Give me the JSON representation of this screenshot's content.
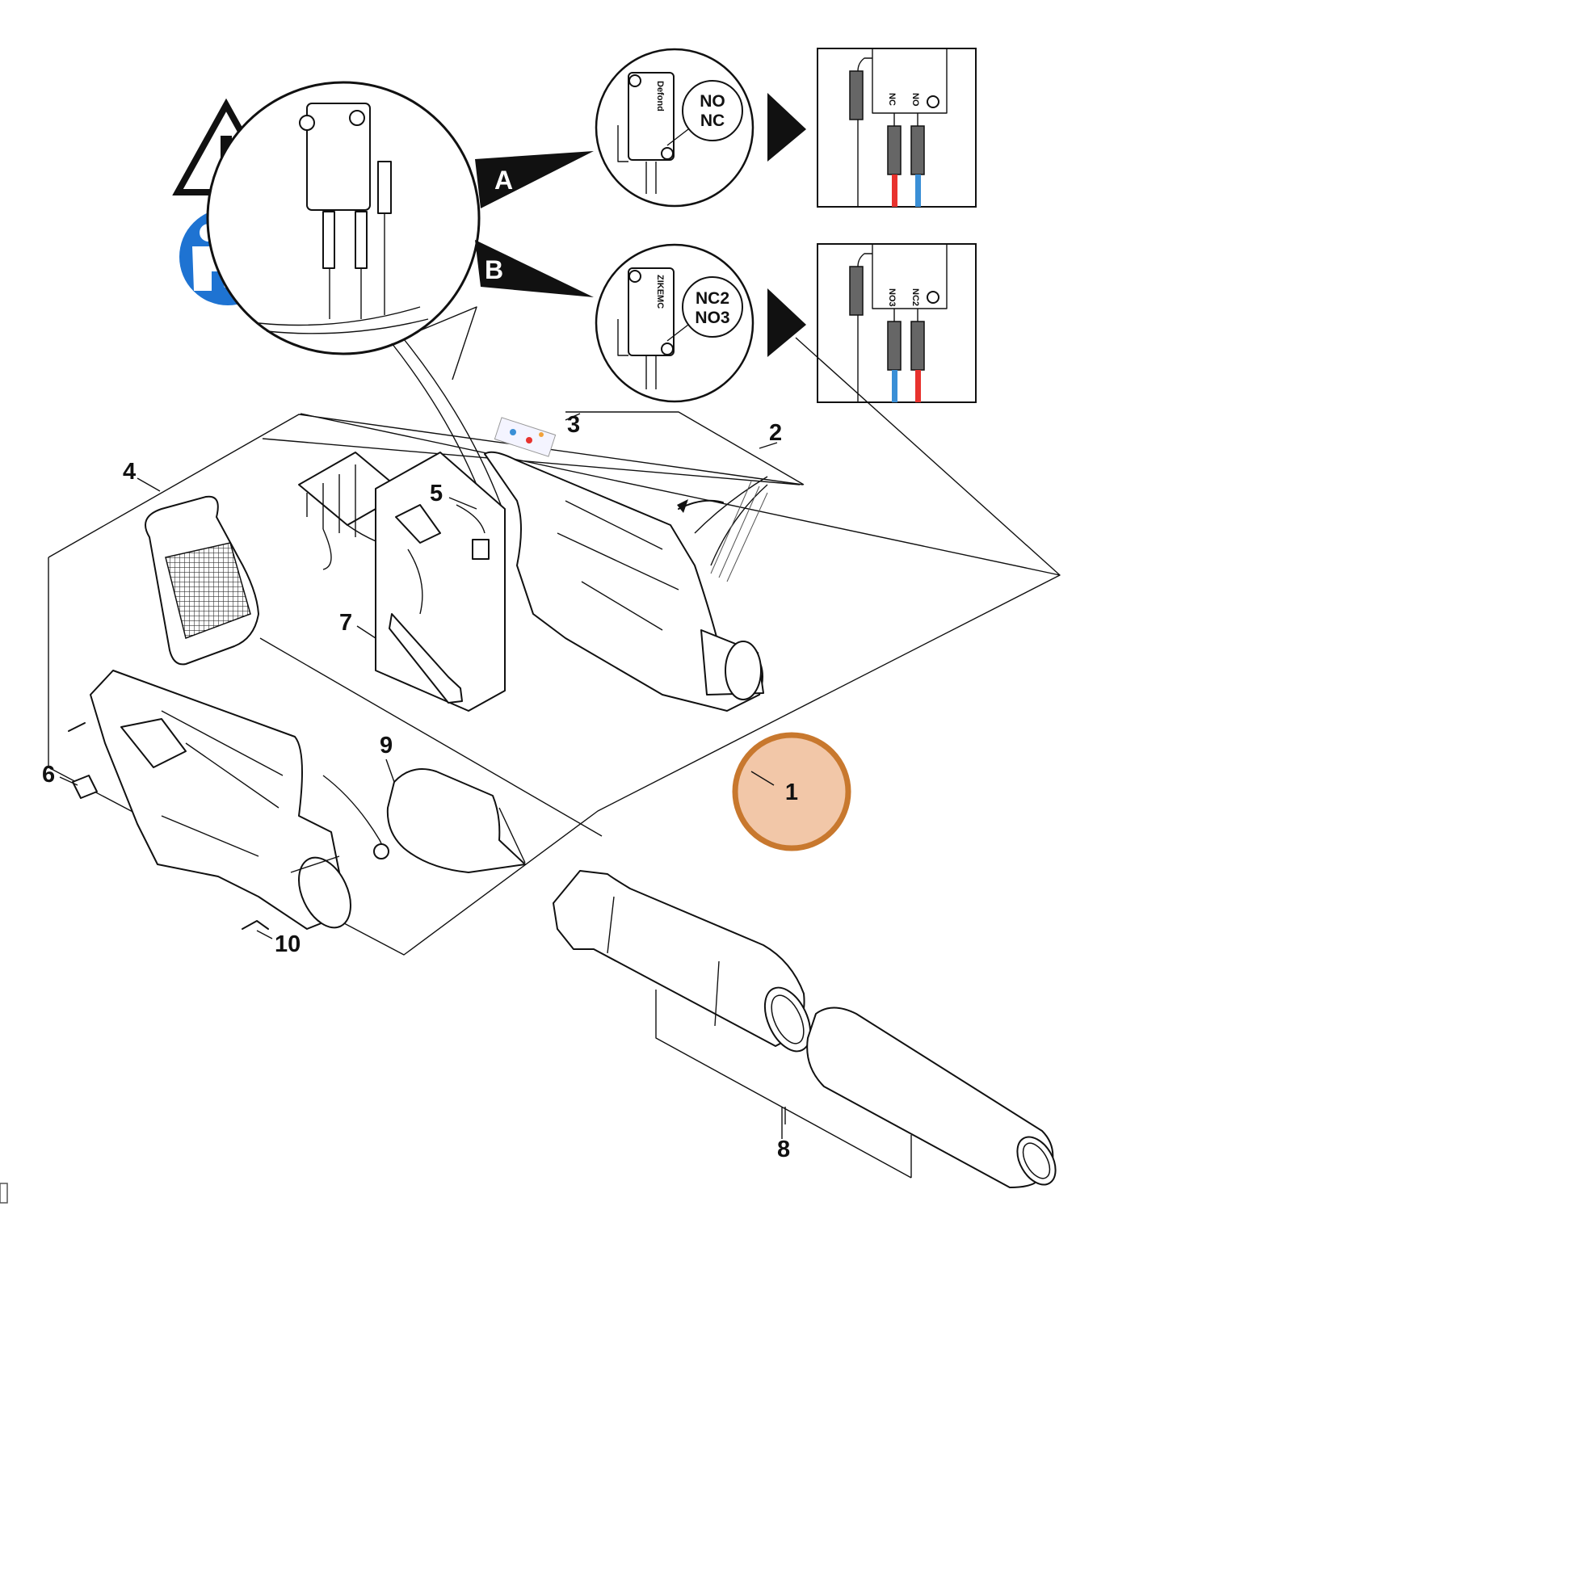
{
  "diagram": {
    "callouts": [
      {
        "id": "1",
        "label": "1"
      },
      {
        "id": "2",
        "label": "2"
      },
      {
        "id": "3",
        "label": "3"
      },
      {
        "id": "4",
        "label": "4"
      },
      {
        "id": "5",
        "label": "5"
      },
      {
        "id": "6",
        "label": "6"
      },
      {
        "id": "7",
        "label": "7"
      },
      {
        "id": "8",
        "label": "8"
      },
      {
        "id": "9",
        "label": "9"
      },
      {
        "id": "10",
        "label": "10"
      }
    ],
    "switch_variants": [
      {
        "id": "A",
        "label": "A",
        "contacts_top": "NO",
        "contacts_bottom": "NC",
        "body_text": "Defond",
        "pin_left": "NC",
        "pin_right": "NO",
        "wire_left_color": "#e8322e",
        "wire_right_color": "#3a8fd6"
      },
      {
        "id": "B",
        "label": "B",
        "contacts_top": "NC2",
        "contacts_bottom": "NO3",
        "body_text": "ZIKEMC",
        "pin_left": "NO3",
        "pin_right": "NC2",
        "wire_left_color": "#3a8fd6",
        "wire_right_color": "#e8322e"
      }
    ],
    "highlight_color": "#f2c7a8",
    "highlight_ring_color": "#c8782e",
    "warning_icon": "warning-triangle-icon",
    "manual_icon": "read-manual-icon",
    "manual_icon_color": "#1e73d2"
  }
}
